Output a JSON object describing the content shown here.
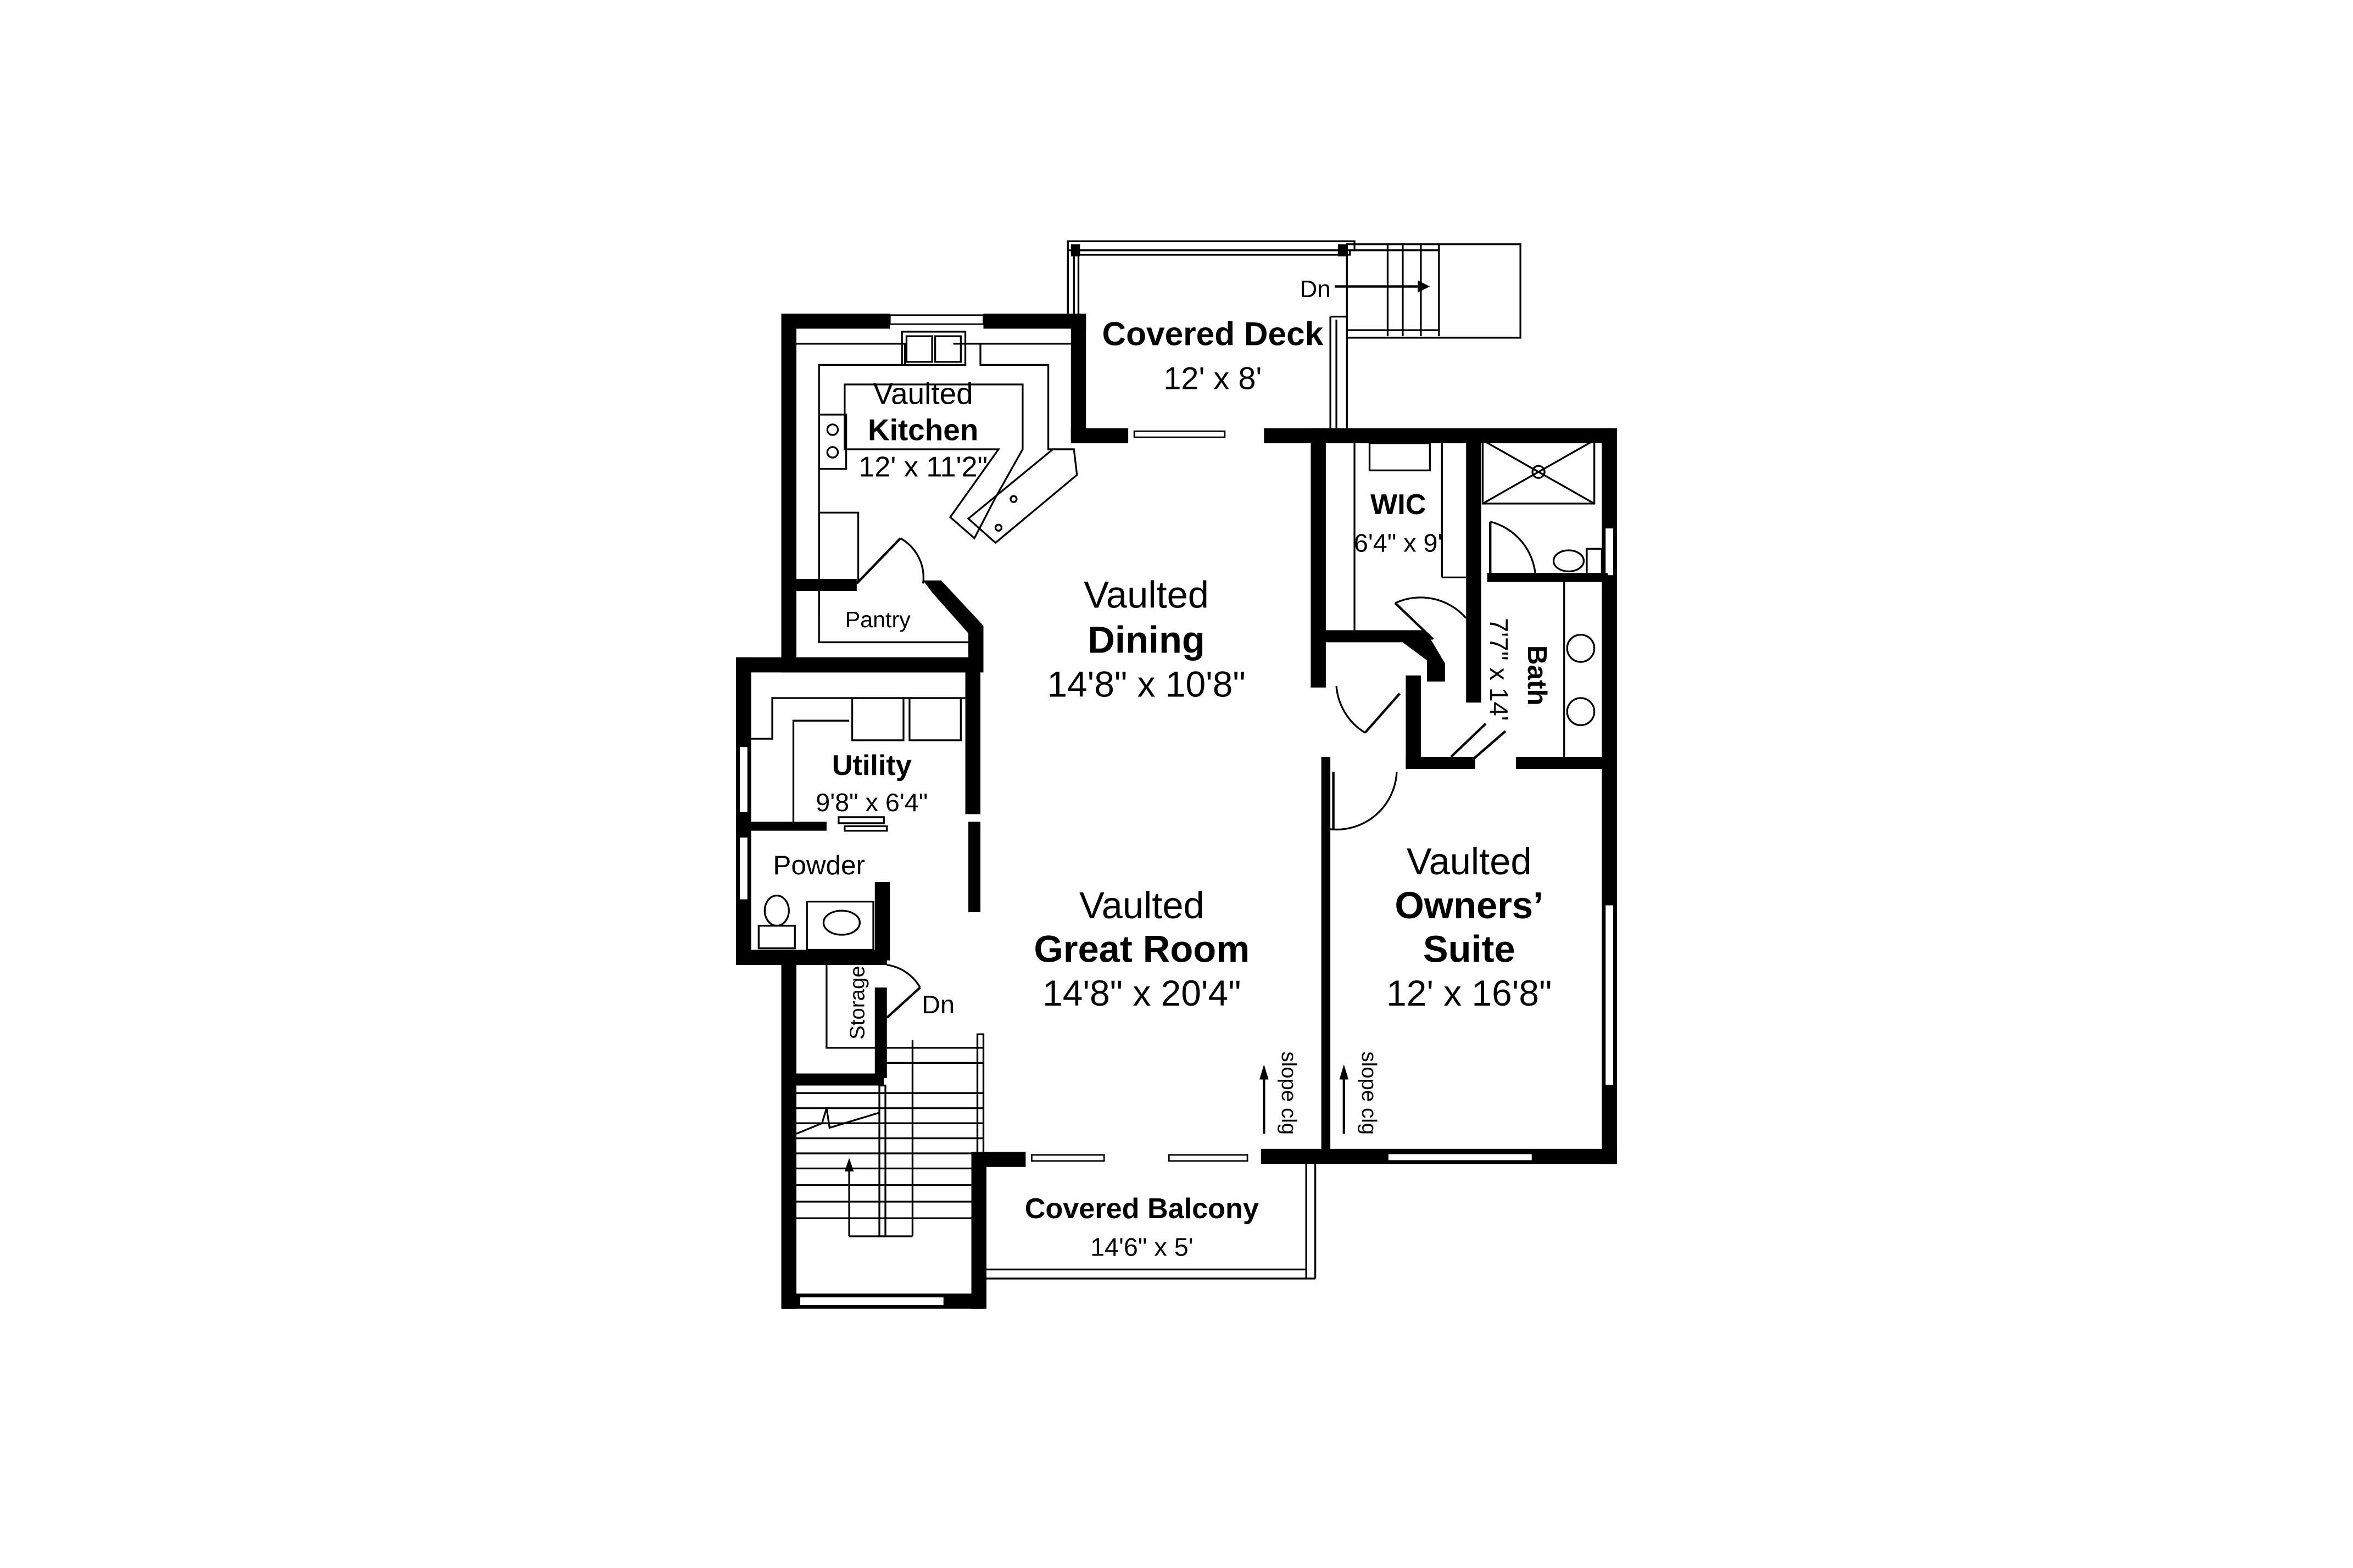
{
  "plan": {
    "background": "#ffffff",
    "line_color": "#000000",
    "rooms": {
      "covered_deck": {
        "name": "Covered Deck",
        "size": "12' x 8'"
      },
      "kitchen": {
        "prefix": "Vaulted",
        "name": "Kitchen",
        "size": "12' x 11'2\""
      },
      "pantry": {
        "name": "Pantry"
      },
      "dining": {
        "prefix": "Vaulted",
        "name": "Dining",
        "size": "14'8\" x 10'8\""
      },
      "wic": {
        "name": "WIC",
        "size": "6'4\" x 9'"
      },
      "bath": {
        "name": "Bath",
        "size": "7'7\" x 14'"
      },
      "utility": {
        "name": "Utility",
        "size": "9'8\" x 6'4\""
      },
      "powder": {
        "name": "Powder"
      },
      "storage": {
        "name": "Storage"
      },
      "great_room": {
        "prefix": "Vaulted",
        "name": "Great Room",
        "size": "14'8\" x 20'4\""
      },
      "owners_suite": {
        "prefix": "Vaulted",
        "name_line1": "Owners’",
        "name_line2": "Suite",
        "size": "12' x 16'8\""
      },
      "covered_balcony": {
        "name": "Covered Balcony",
        "size": "14'6\" x 5'"
      }
    },
    "annotations": {
      "deck_stairs_down": "Dn",
      "interior_stairs_down": "Dn",
      "great_room_slope": "slope clg",
      "owners_suite_slope": "slope clg"
    }
  }
}
